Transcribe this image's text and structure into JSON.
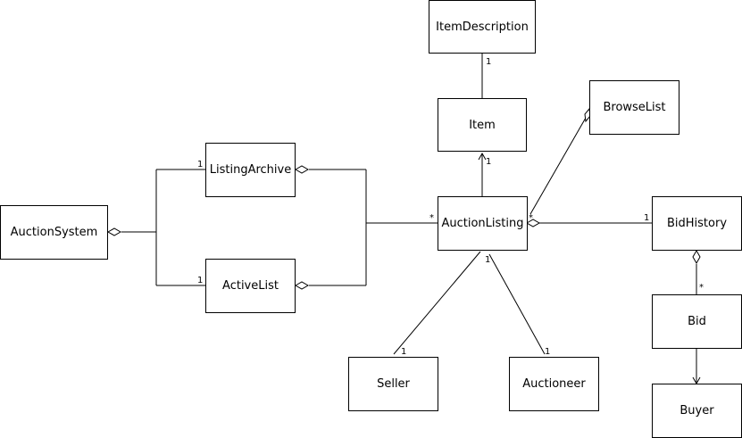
{
  "classes": {
    "item_description": "ItemDescription",
    "item": "Item",
    "browse_list": "BrowseList",
    "listing_archive": "ListingArchive",
    "auction_system": "AuctionSystem",
    "active_list": "ActiveList",
    "auction_listing": "AuctionListing",
    "bid_history": "BidHistory",
    "bid": "Bid",
    "seller": "Seller",
    "auctioneer": "Auctioneer",
    "buyer": "Buyer"
  },
  "multiplicities": {
    "item_to_item_description": "1",
    "auction_listing_to_item": "1",
    "auction_system_to_listing_archive": "1",
    "auction_system_to_active_list": "1",
    "lists_to_auction_listing": "*",
    "browse_list_to_auction_listing": "*",
    "auction_listing_to_bid_history": "1",
    "bid_history_to_bid": "*",
    "seller_end": "1",
    "auctioneer_end": "1",
    "auction_listing_seller_end": "1"
  }
}
